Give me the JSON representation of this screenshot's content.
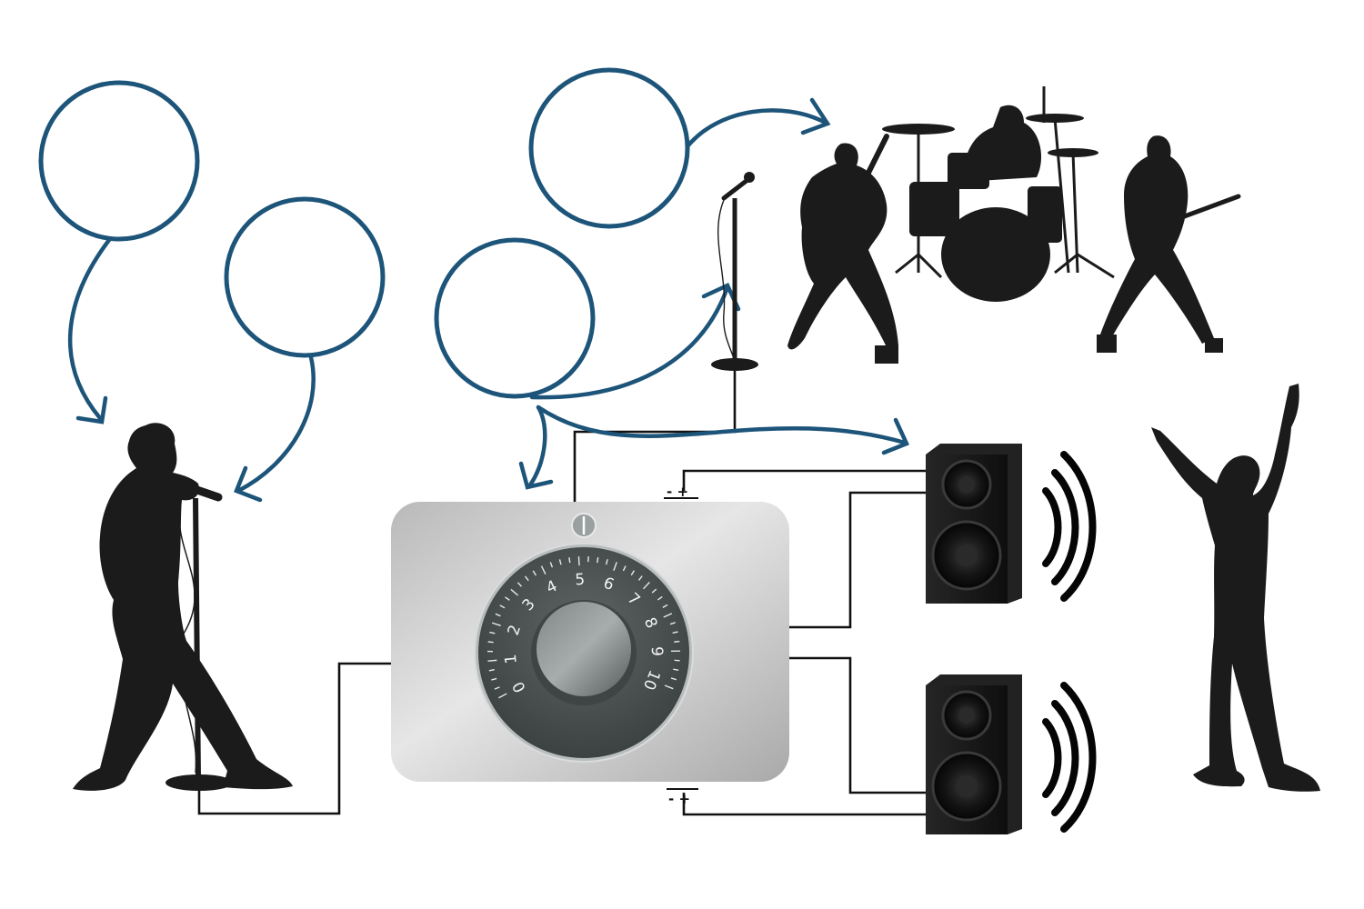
{
  "colors": {
    "circle_stroke": "#1d5479",
    "arrow_stroke": "#1d5479",
    "silhouette": "#1b1b1b",
    "wire": "#111111",
    "amp_body": "#c8c8c8",
    "knob_dial": "#4f5655"
  },
  "label_circles": [
    {
      "id": "circle-top-left",
      "text": ""
    },
    {
      "id": "circle-mid-left",
      "text": ""
    },
    {
      "id": "circle-top-center",
      "text": ""
    },
    {
      "id": "circle-center",
      "text": ""
    }
  ],
  "amplifier": {
    "dial_ticks": [
      "0",
      "1",
      "2",
      "3",
      "4",
      "5",
      "6",
      "7",
      "8",
      "9",
      "10"
    ]
  },
  "speakers": {
    "top_polarity": "- +",
    "bottom_polarity": "- +"
  },
  "icons": [
    "singer-silhouette",
    "microphone-stand-icon",
    "band-silhouette",
    "amplifier-knob-icon",
    "speaker-icon",
    "sound-wave-icon",
    "fan-silhouette"
  ]
}
